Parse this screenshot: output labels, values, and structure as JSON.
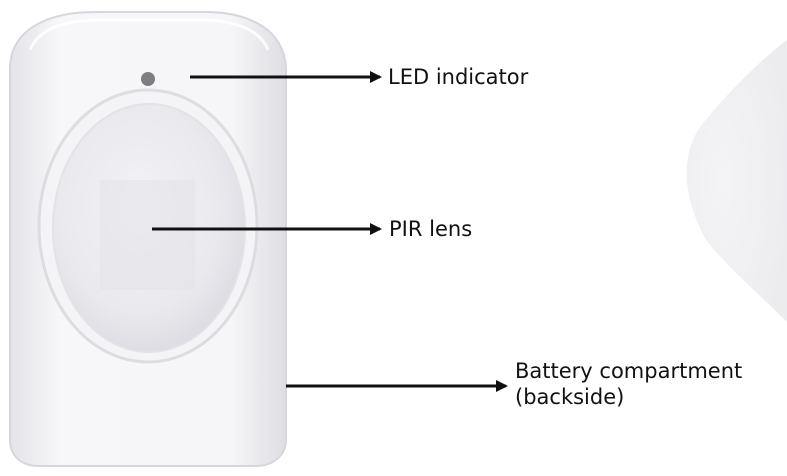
{
  "colors": {
    "background": "#ffffff",
    "device_body": "#f6f6f8",
    "device_shadow": "#d9d9de",
    "lens": "#ececf0",
    "led": "#7d7d82",
    "arrow": "#111111",
    "text": "#111111"
  },
  "labels": {
    "led": "LED indicator",
    "pir": "PIR lens",
    "battery_line1": "Battery compartment",
    "battery_line2": "(backside)"
  }
}
